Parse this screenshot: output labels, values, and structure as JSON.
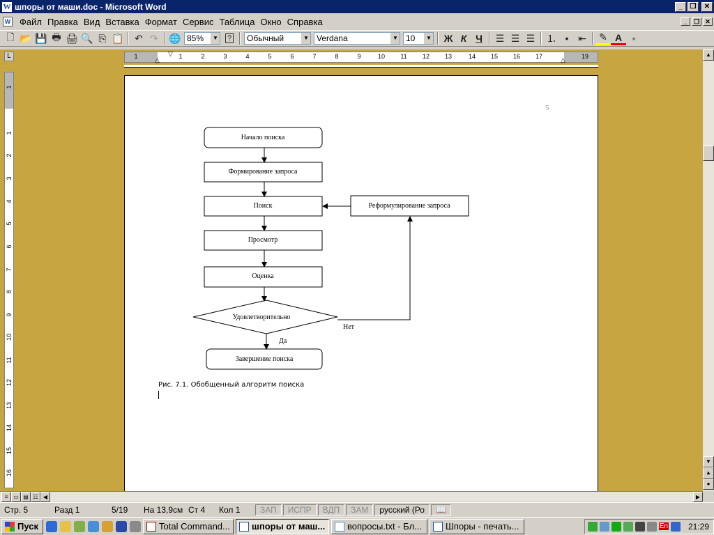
{
  "window": {
    "title": "шпоры от маши.doc - Microsoft Word",
    "app_icon": "W"
  },
  "menu": [
    "Файл",
    "Правка",
    "Вид",
    "Вставка",
    "Формат",
    "Сервис",
    "Таблица",
    "Окно",
    "Справка"
  ],
  "toolbar": {
    "zoom": "85%",
    "help_icon": "?",
    "style": "Обычный",
    "font": "Verdana",
    "font_size": "10",
    "bold": "Ж",
    "italic": "К",
    "underline": "Ч",
    "font_color_letter": "A"
  },
  "ruler": {
    "h_numbers": [
      "1",
      "1",
      "2",
      "3",
      "4",
      "5",
      "6",
      "7",
      "8",
      "9",
      "10",
      "11",
      "12",
      "13",
      "14",
      "15",
      "16",
      "17",
      "19"
    ],
    "v_numbers": [
      "1",
      "1",
      "2",
      "3",
      "4",
      "5",
      "6",
      "7",
      "8",
      "9",
      "10",
      "11",
      "12",
      "13",
      "14",
      "15",
      "16"
    ]
  },
  "document": {
    "page_number": "5",
    "flow": {
      "start": "Начало поиска",
      "query": "Формирование запроса",
      "search": "Поиск",
      "reformulate": "Реформулирование запроса",
      "view": "Просмотр",
      "evaluate": "Оценка",
      "decision": "Удовлетворительно",
      "no_label": "Нет",
      "yes_label": "Да",
      "end": "Завершение поиска"
    },
    "caption": "Рис. 7.1. Обобщенный алгоритм поиска"
  },
  "status": {
    "page": "Стр. 5",
    "section": "Разд 1",
    "pages": "5/19",
    "at": "На 13,9см",
    "line": "Ст 4",
    "col": "Кол 1",
    "rec": "ЗАП",
    "trk": "ИСПР",
    "ext": "ВДП",
    "ovr": "ЗАМ",
    "lang": "русский (Ро"
  },
  "taskbar": {
    "start": "Пуск",
    "tasks": [
      "Total Command...",
      "шпоры от маш...",
      "вопросы.txt - Бл...",
      "Шпоры - печать..."
    ],
    "lang": "En",
    "clock": "21:29"
  }
}
